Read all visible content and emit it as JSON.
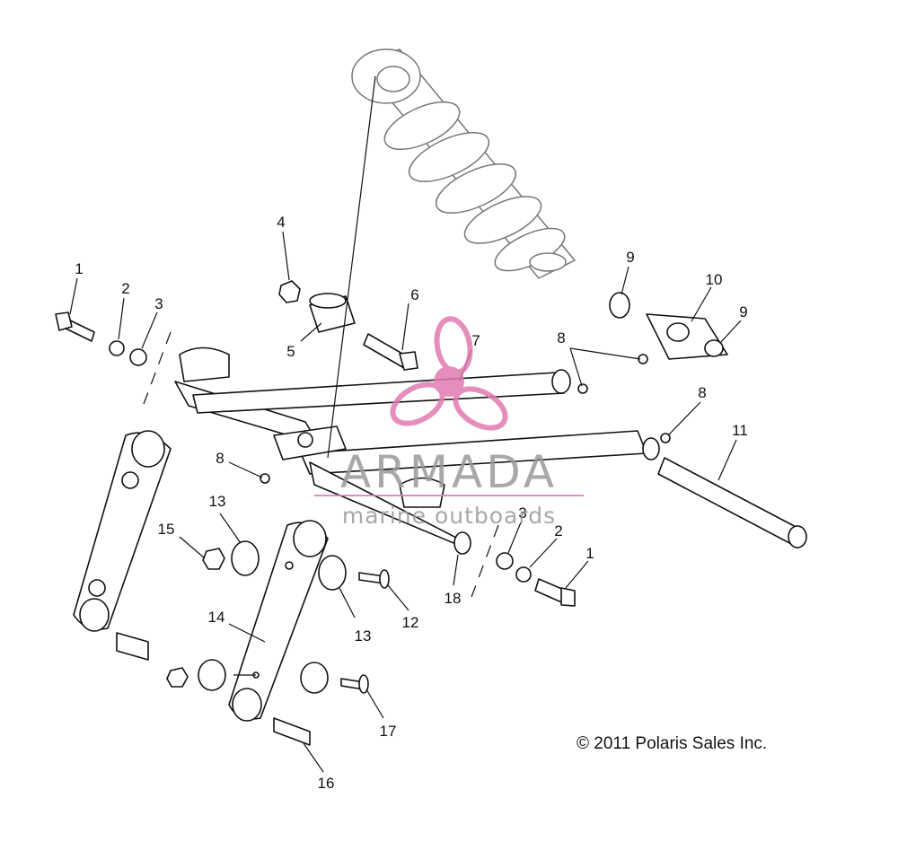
{
  "copyright": "© 2011 Polaris Sales Inc.",
  "watermark": {
    "brand": "ARMADA",
    "tagline": "marine outboards",
    "color": "#e27bb0"
  },
  "callouts": [
    "1",
    "2",
    "3",
    "4",
    "5",
    "6",
    "7",
    "8",
    "8",
    "8",
    "9",
    "9",
    "10",
    "11",
    "3",
    "2",
    "1",
    "13",
    "15",
    "14",
    "13",
    "12",
    "18",
    "17",
    "16"
  ]
}
